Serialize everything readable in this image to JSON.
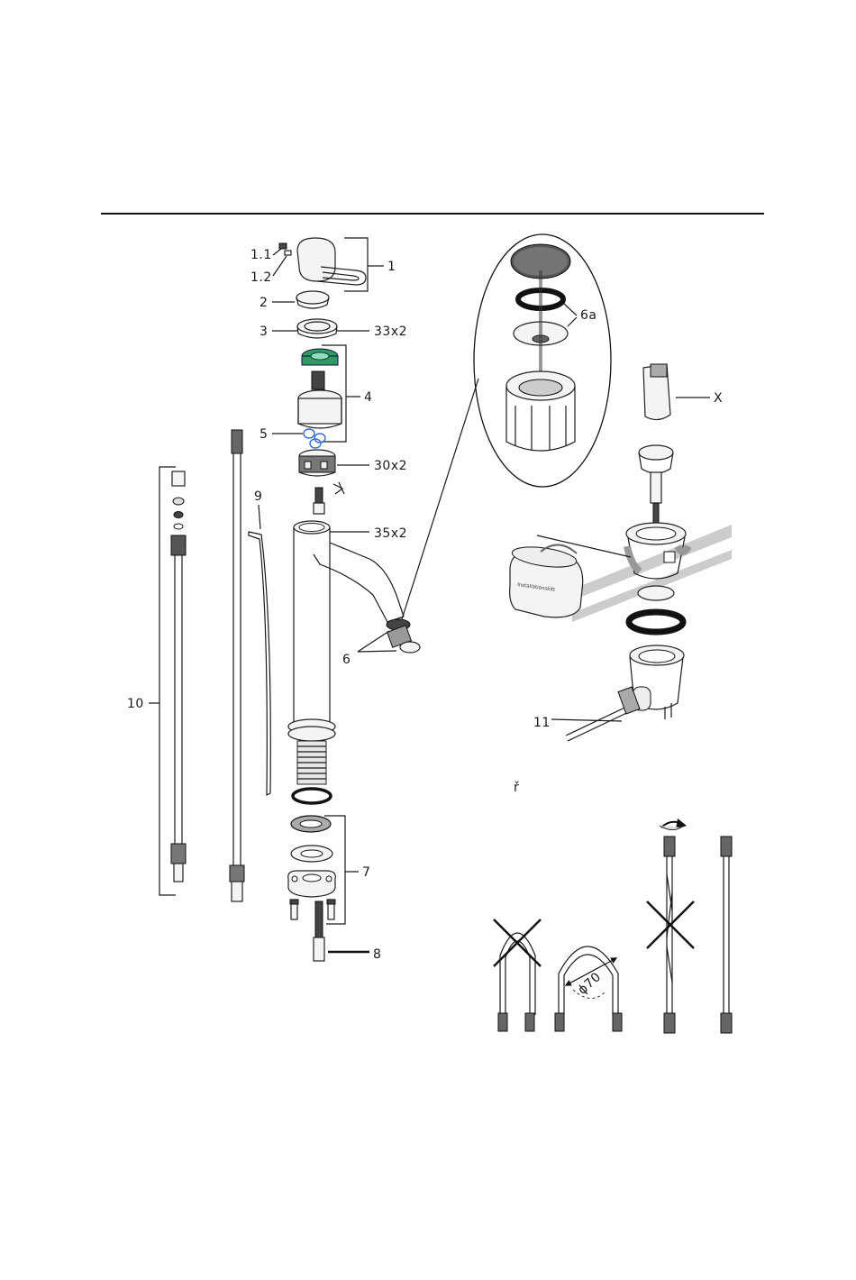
{
  "callouts": {
    "c1": "1",
    "c1_1": "1.1",
    "c1_2": "1.2",
    "c2": "2",
    "c3": "3",
    "c3_size": "33x2",
    "c4": "4",
    "c5": "5",
    "c30": "30x2",
    "c9": "9",
    "c35": "35x2",
    "c6": "6",
    "c6a": "6a",
    "cX": "X",
    "c10": "10",
    "c11": "11",
    "c7": "7",
    "c8": "8",
    "note_char": "ř",
    "bend": "ϕ70"
  },
  "container_label": "Installationskitt",
  "colors": {
    "cartridge_green": "#2e9a5f",
    "oring_blue": "#3b6fd8"
  }
}
